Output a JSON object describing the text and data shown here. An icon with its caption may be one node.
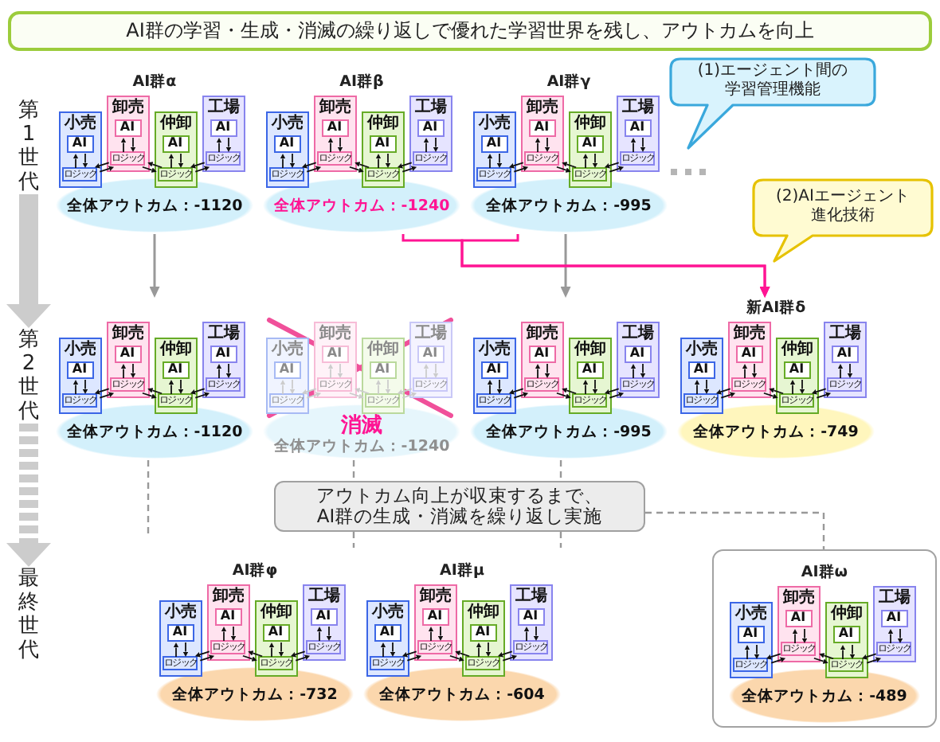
{
  "diagram": {
    "title": "AI群の学習・生成・消滅の繰り返しで優れた学習世界を残し、アウトカムを向上",
    "nodes": [
      {
        "text": [
          "第1世代"
        ]
      },
      {
        "text": [
          "AI群α",
          "全体アウトカム：-1120"
        ]
      },
      {
        "text": [
          "小売"
        ],
        "in": 1
      },
      {
        "text": [
          "AI"
        ],
        "in": 2
      },
      {
        "text": [
          "ロジック"
        ],
        "in": 2
      },
      {
        "text": [
          "卸売"
        ],
        "in": 1
      },
      {
        "text": [
          "AI"
        ],
        "in": 5
      },
      {
        "text": [
          "ロジック"
        ],
        "in": 5
      },
      {
        "text": [
          "仲卸"
        ],
        "in": 1
      },
      {
        "text": [
          "AI"
        ],
        "in": 8
      },
      {
        "text": [
          "ロジック"
        ],
        "in": 8
      },
      {
        "text": [
          "工場"
        ],
        "in": 1
      },
      {
        "text": [
          "AI"
        ],
        "in": 11
      },
      {
        "text": [
          "ロジック"
        ],
        "in": 11
      },
      {
        "text": [
          "AI群β",
          "全体アウトカム：-1240"
        ]
      },
      {
        "text": [
          "小売"
        ],
        "in": 14
      },
      {
        "text": [
          "AI"
        ],
        "in": 15
      },
      {
        "text": [
          "ロジック"
        ],
        "in": 15
      },
      {
        "text": [
          "卸売"
        ],
        "in": 14
      },
      {
        "text": [
          "AI"
        ],
        "in": 18
      },
      {
        "text": [
          "ロジック"
        ],
        "in": 18
      },
      {
        "text": [
          "仲卸"
        ],
        "in": 14
      },
      {
        "text": [
          "AI"
        ],
        "in": 21
      },
      {
        "text": [
          "ロジック"
        ],
        "in": 21
      },
      {
        "text": [
          "工場"
        ],
        "in": 14
      },
      {
        "text": [
          "AI"
        ],
        "in": 24
      },
      {
        "text": [
          "ロジック"
        ],
        "in": 24
      },
      {
        "text": [
          "AI群γ",
          "全体アウトカム：-995"
        ]
      },
      {
        "text": [
          "小売"
        ],
        "in": 27
      },
      {
        "text": [
          "AI"
        ],
        "in": 28
      },
      {
        "text": [
          "ロジック"
        ],
        "in": 28
      },
      {
        "text": [
          "卸売"
        ],
        "in": 27
      },
      {
        "text": [
          "AI"
        ],
        "in": 31
      },
      {
        "text": [
          "ロジック"
        ],
        "in": 31
      },
      {
        "text": [
          "仲卸"
        ],
        "in": 27
      },
      {
        "text": [
          "AI"
        ],
        "in": 34
      },
      {
        "text": [
          "ロジック"
        ],
        "in": 34
      },
      {
        "text": [
          "工場"
        ],
        "in": 27
      },
      {
        "text": [
          "AI"
        ],
        "in": 37
      },
      {
        "text": [
          "ロジック"
        ],
        "in": 37
      },
      {
        "text": [
          "(1)エージェント間の学習管理機能"
        ]
      },
      {
        "text": [
          "(2)AIエージェント進化技術"
        ]
      },
      {
        "text": [
          "第2世代"
        ]
      },
      {
        "text": [
          "全体アウトカム：-1120"
        ]
      },
      {
        "text": [
          "小売"
        ],
        "in": 43
      },
      {
        "text": [
          "AI"
        ],
        "in": 44
      },
      {
        "text": [
          "ロジック"
        ],
        "in": 44
      },
      {
        "text": [
          "卸売"
        ],
        "in": 43
      },
      {
        "text": [
          "AI"
        ],
        "in": 47
      },
      {
        "text": [
          "ロジック"
        ],
        "in": 47
      },
      {
        "text": [
          "仲卸"
        ],
        "in": 43
      },
      {
        "text": [
          "AI"
        ],
        "in": 50
      },
      {
        "text": [
          "ロジック"
        ],
        "in": 50
      },
      {
        "text": [
          "工場"
        ],
        "in": 43
      },
      {
        "text": [
          "AI"
        ],
        "in": 53
      },
      {
        "text": [
          "ロジック"
        ],
        "in": 53
      },
      {
        "text": [
          "消滅",
          "全体アウトカム：-1240"
        ]
      },
      {
        "text": [
          "小売"
        ],
        "in": 56
      },
      {
        "text": [
          "AI"
        ],
        "in": 57
      },
      {
        "text": [
          "ロジック"
        ],
        "in": 57
      },
      {
        "text": [
          "卸売"
        ],
        "in": 56
      },
      {
        "text": [
          "AI"
        ],
        "in": 60
      },
      {
        "text": [
          "ロジック"
        ],
        "in": 60
      },
      {
        "text": [
          "仲卸"
        ],
        "in": 56
      },
      {
        "text": [
          "AI"
        ],
        "in": 63
      },
      {
        "text": [
          "ロジック"
        ],
        "in": 63
      },
      {
        "text": [
          "工場"
        ],
        "in": 56
      },
      {
        "text": [
          "AI"
        ],
        "in": 66
      },
      {
        "text": [
          "ロジック"
        ],
        "in": 66
      },
      {
        "text": [
          "全体アウトカム：-995"
        ]
      },
      {
        "text": [
          "小売"
        ],
        "in": 69
      },
      {
        "text": [
          "AI"
        ],
        "in": 70
      },
      {
        "text": [
          "ロジック"
        ],
        "in": 70
      },
      {
        "text": [
          "卸売"
        ],
        "in": 69
      },
      {
        "text": [
          "AI"
        ],
        "in": 73
      },
      {
        "text": [
          "ロジック"
        ],
        "in": 73
      },
      {
        "text": [
          "仲卸"
        ],
        "in": 69
      },
      {
        "text": [
          "AI"
        ],
        "in": 76
      },
      {
        "text": [
          "ロジック"
        ],
        "in": 76
      },
      {
        "text": [
          "工場"
        ],
        "in": 69
      },
      {
        "text": [
          "AI"
        ],
        "in": 79
      },
      {
        "text": [
          "ロジック"
        ],
        "in": 79
      },
      {
        "text": [
          "新AI群δ",
          "全体アウトカム：-749"
        ]
      },
      {
        "text": [
          "小売"
        ],
        "in": 82
      },
      {
        "text": [
          "AI"
        ],
        "in": 83
      },
      {
        "text": [
          "ロジック"
        ],
        "in": 83
      },
      {
        "text": [
          "卸売"
        ],
        "in": 82
      },
      {
        "text": [
          "AI"
        ],
        "in": 86
      },
      {
        "text": [
          "ロジック"
        ],
        "in": 86
      },
      {
        "text": [
          "仲卸"
        ],
        "in": 82
      },
      {
        "text": [
          "AI"
        ],
        "in": 89
      },
      {
        "text": [
          "ロジック"
        ],
        "in": 89
      },
      {
        "text": [
          "工場"
        ],
        "in": 82
      },
      {
        "text": [
          "AI"
        ],
        "in": 92
      },
      {
        "text": [
          "ロジック"
        ],
        "in": 92
      },
      {
        "text": [
          "アウトカム向上が収束するまで、AI群の生成・消滅を繰り返し実施"
        ]
      },
      {
        "text": [
          "最終世代"
        ]
      },
      {
        "text": [
          "AI群φ",
          "全体アウトカム：-732"
        ]
      },
      {
        "text": [
          "小売"
        ],
        "in": 97
      },
      {
        "text": [
          "AI"
        ],
        "in": 98
      },
      {
        "text": [
          "ロジック"
        ],
        "in": 98
      },
      {
        "text": [
          "卸売"
        ],
        "in": 97
      },
      {
        "text": [
          "AI"
        ],
        "in": 101
      },
      {
        "text": [
          "ロジック"
        ],
        "in": 101
      },
      {
        "text": [
          "仲卸"
        ],
        "in": 97
      },
      {
        "text": [
          "AI"
        ],
        "in": 104
      },
      {
        "text": [
          "ロジック"
        ],
        "in": 104
      },
      {
        "text": [
          "工場"
        ],
        "in": 97
      },
      {
        "text": [
          "AI"
        ],
        "in": 107
      },
      {
        "text": [
          "ロジック"
        ],
        "in": 107
      },
      {
        "text": [
          "AI群μ",
          "全体アウトカム：-604"
        ]
      },
      {
        "text": [
          "小売"
        ],
        "in": 110
      },
      {
        "text": [
          "AI"
        ],
        "in": 111
      },
      {
        "text": [
          "ロジック"
        ],
        "in": 111
      },
      {
        "text": [
          "卸売"
        ],
        "in": 110
      },
      {
        "text": [
          "AI"
        ],
        "in": 114
      },
      {
        "text": [
          "ロジック"
        ],
        "in": 114
      },
      {
        "text": [
          "仲卸"
        ],
        "in": 110
      },
      {
        "text": [
          "AI"
        ],
        "in": 117
      },
      {
        "text": [
          "ロジック"
        ],
        "in": 117
      },
      {
        "text": [
          "工場"
        ],
        "in": 110
      },
      {
        "text": [
          "AI"
        ],
        "in": 120
      },
      {
        "text": [
          "ロジック"
        ],
        "in": 120
      },
      {
        "text": [
          "AI群ω",
          "全体アウトカム：-489"
        ]
      },
      {
        "text": [
          "小売"
        ],
        "in": 123
      },
      {
        "text": [
          "AI"
        ],
        "in": 124
      },
      {
        "text": [
          "ロジック"
        ],
        "in": 124
      },
      {
        "text": [
          "卸売"
        ],
        "in": 123
      },
      {
        "text": [
          "AI"
        ],
        "in": 127
      },
      {
        "text": [
          "ロジック"
        ],
        "in": 127
      },
      {
        "text": [
          "仲卸"
        ],
        "in": 123
      },
      {
        "text": [
          "AI"
        ],
        "in": 130
      },
      {
        "text": [
          "ロジック"
        ],
        "in": 130
      },
      {
        "text": [
          "工場"
        ],
        "in": 123
      },
      {
        "text": [
          "AI"
        ],
        "in": 133
      },
      {
        "text": [
          "ロジック"
        ],
        "in": 133
      }
    ],
    "edges": [
      {
        "from": 0,
        "to": 42,
        "arrow": "to",
        "style": "thick",
        "color": "#cccccc"
      },
      {
        "from": 42,
        "to": 96,
        "arrow": "to",
        "style": "dashed",
        "color": "#cccccc"
      },
      {
        "from": 1,
        "to": 43,
        "arrow": "to",
        "color": "#999999"
      },
      {
        "from": 27,
        "to": 69,
        "arrow": "to",
        "color": "#999999"
      },
      {
        "from": 14,
        "to": 82,
        "arrow": "to",
        "color": "#ff1493"
      },
      {
        "from": 27,
        "to": 82,
        "arrow": "to",
        "color": "#ff1493"
      },
      {
        "from": 43,
        "to": null,
        "arrow": "none",
        "style": "dashed",
        "color": "#999999"
      },
      {
        "from": 56,
        "to": 95,
        "arrow": "none",
        "style": "dashed",
        "color": "#999999"
      },
      {
        "from": 95,
        "to": null,
        "arrow": "none",
        "style": "dashed",
        "color": "#999999"
      },
      {
        "from": 69,
        "to": 95,
        "arrow": "none",
        "style": "dashed",
        "color": "#999999"
      },
      {
        "from": 95,
        "to": null,
        "arrow": "none",
        "style": "dashed",
        "color": "#999999"
      },
      {
        "from": 95,
        "to": 123,
        "arrow": "none",
        "style": "dashed",
        "color": "#999999"
      },
      {
        "from": 3,
        "to": 4,
        "arrow": "to"
      },
      {
        "from": 4,
        "to": 3,
        "arrow": "to"
      },
      {
        "from": 6,
        "to": 7,
        "arrow": "to"
      },
      {
        "from": 7,
        "to": 6,
        "arrow": "to"
      },
      {
        "from": 9,
        "to": 10,
        "arrow": "to"
      },
      {
        "from": 10,
        "to": 9,
        "arrow": "to"
      },
      {
        "from": 12,
        "to": 13,
        "arrow": "to"
      },
      {
        "from": 13,
        "to": 12,
        "arrow": "to"
      },
      {
        "from": 4,
        "to": 7,
        "arrow": "to"
      },
      {
        "from": 7,
        "to": 4,
        "arrow": "to"
      },
      {
        "from": 7,
        "to": 10,
        "arrow": "to"
      },
      {
        "from": 10,
        "to": 7,
        "arrow": "to"
      },
      {
        "from": 10,
        "to": 13,
        "arrow": "to"
      },
      {
        "from": 13,
        "to": 10,
        "arrow": "to"
      },
      {
        "from": 16,
        "to": 17,
        "arrow": "to"
      },
      {
        "from": 17,
        "to": 16,
        "arrow": "to"
      },
      {
        "from": 19,
        "to": 20,
        "arrow": "to"
      },
      {
        "from": 20,
        "to": 19,
        "arrow": "to"
      },
      {
        "from": 22,
        "to": 23,
        "arrow": "to"
      },
      {
        "from": 23,
        "to": 22,
        "arrow": "to"
      },
      {
        "from": 25,
        "to": 26,
        "arrow": "to"
      },
      {
        "from": 26,
        "to": 25,
        "arrow": "to"
      },
      {
        "from": 17,
        "to": 20,
        "arrow": "to"
      },
      {
        "from": 20,
        "to": 17,
        "arrow": "to"
      },
      {
        "from": 20,
        "to": 23,
        "arrow": "to"
      },
      {
        "from": 23,
        "to": 20,
        "arrow": "to"
      },
      {
        "from": 23,
        "to": 26,
        "arrow": "to"
      },
      {
        "from": 26,
        "to": 23,
        "arrow": "to"
      },
      {
        "from": 29,
        "to": 30,
        "arrow": "to"
      },
      {
        "from": 30,
        "to": 29,
        "arrow": "to"
      },
      {
        "from": 32,
        "to": 33,
        "arrow": "to"
      },
      {
        "from": 33,
        "to": 32,
        "arrow": "to"
      },
      {
        "from": 35,
        "to": 36,
        "arrow": "to"
      },
      {
        "from": 36,
        "to": 35,
        "arrow": "to"
      },
      {
        "from": 38,
        "to": 39,
        "arrow": "to"
      },
      {
        "from": 39,
        "to": 38,
        "arrow": "to"
      },
      {
        "from": 30,
        "to": 33,
        "arrow": "to"
      },
      {
        "from": 33,
        "to": 30,
        "arrow": "to"
      },
      {
        "from": 33,
        "to": 36,
        "arrow": "to"
      },
      {
        "from": 36,
        "to": 33,
        "arrow": "to"
      },
      {
        "from": 36,
        "to": 39,
        "arrow": "to"
      },
      {
        "from": 39,
        "to": 36,
        "arrow": "to"
      },
      {
        "from": 45,
        "to": 46,
        "arrow": "to"
      },
      {
        "from": 46,
        "to": 45,
        "arrow": "to"
      },
      {
        "from": 48,
        "to": 49,
        "arrow": "to"
      },
      {
        "from": 49,
        "to": 48,
        "arrow": "to"
      },
      {
        "from": 51,
        "to": 52,
        "arrow": "to"
      },
      {
        "from": 52,
        "to": 51,
        "arrow": "to"
      },
      {
        "from": 54,
        "to": 55,
        "arrow": "to"
      },
      {
        "from": 55,
        "to": 54,
        "arrow": "to"
      },
      {
        "from": 46,
        "to": 49,
        "arrow": "to"
      },
      {
        "from": 49,
        "to": 46,
        "arrow": "to"
      },
      {
        "from": 49,
        "to": 52,
        "arrow": "to"
      },
      {
        "from": 52,
        "to": 49,
        "arrow": "to"
      },
      {
        "from": 52,
        "to": 55,
        "arrow": "to"
      },
      {
        "from": 55,
        "to": 52,
        "arrow": "to"
      },
      {
        "from": 58,
        "to": 59,
        "arrow": "to",
        "color": "#cccccc"
      },
      {
        "from": 59,
        "to": 58,
        "arrow": "to",
        "color": "#cccccc"
      },
      {
        "from": 61,
        "to": 62,
        "arrow": "to",
        "color": "#cccccc"
      },
      {
        "from": 62,
        "to": 61,
        "arrow": "to",
        "color": "#cccccc"
      },
      {
        "from": 64,
        "to": 65,
        "arrow": "to",
        "color": "#cccccc"
      },
      {
        "from": 65,
        "to": 64,
        "arrow": "to",
        "color": "#cccccc"
      },
      {
        "from": 67,
        "to": 68,
        "arrow": "to",
        "color": "#cccccc"
      },
      {
        "from": 68,
        "to": 67,
        "arrow": "to",
        "color": "#cccccc"
      },
      {
        "from": 59,
        "to": 62,
        "arrow": "to",
        "color": "#cccccc"
      },
      {
        "from": 62,
        "to": 59,
        "arrow": "to",
        "color": "#cccccc"
      },
      {
        "from": 62,
        "to": 65,
        "arrow": "to",
        "color": "#cccccc"
      },
      {
        "from": 65,
        "to": 62,
        "arrow": "to",
        "color": "#cccccc"
      },
      {
        "from": 65,
        "to": 68,
        "arrow": "to",
        "color": "#cccccc"
      },
      {
        "from": 68,
        "to": 65,
        "arrow": "to",
        "color": "#cccccc"
      },
      {
        "from": 71,
        "to": 72,
        "arrow": "to"
      },
      {
        "from": 72,
        "to": 71,
        "arrow": "to"
      },
      {
        "from": 74,
        "to": 75,
        "arrow": "to"
      },
      {
        "from": 75,
        "to": 74,
        "arrow": "to"
      },
      {
        "from": 77,
        "to": 78,
        "arrow": "to"
      },
      {
        "from": 78,
        "to": 77,
        "arrow": "to"
      },
      {
        "from": 80,
        "to": 81,
        "arrow": "to"
      },
      {
        "from": 81,
        "to": 80,
        "arrow": "to"
      },
      {
        "from": 72,
        "to": 75,
        "arrow": "to"
      },
      {
        "from": 75,
        "to": 72,
        "arrow": "to"
      },
      {
        "from": 75,
        "to": 78,
        "arrow": "to"
      },
      {
        "from": 78,
        "to": 75,
        "arrow": "to"
      },
      {
        "from": 78,
        "to": 81,
        "arrow": "to"
      },
      {
        "from": 81,
        "to": 78,
        "arrow": "to"
      },
      {
        "from": 84,
        "to": 85,
        "arrow": "to"
      },
      {
        "from": 85,
        "to": 84,
        "arrow": "to"
      },
      {
        "from": 87,
        "to": 88,
        "arrow": "to"
      },
      {
        "from": 88,
        "to": 87,
        "arrow": "to"
      },
      {
        "from": 90,
        "to": 91,
        "arrow": "to"
      },
      {
        "from": 91,
        "to": 90,
        "arrow": "to"
      },
      {
        "from": 93,
        "to": 94,
        "arrow": "to"
      },
      {
        "from": 94,
        "to": 93,
        "arrow": "to"
      },
      {
        "from": 85,
        "to": 88,
        "arrow": "to"
      },
      {
        "from": 88,
        "to": 85,
        "arrow": "to"
      },
      {
        "from": 88,
        "to": 91,
        "arrow": "to"
      },
      {
        "from": 91,
        "to": 88,
        "arrow": "to"
      },
      {
        "from": 91,
        "to": 94,
        "arrow": "to"
      },
      {
        "from": 94,
        "to": 91,
        "arrow": "to"
      },
      {
        "from": 99,
        "to": 100,
        "arrow": "to"
      },
      {
        "from": 100,
        "to": 99,
        "arrow": "to"
      },
      {
        "from": 102,
        "to": 103,
        "arrow": "to"
      },
      {
        "from": 103,
        "to": 102,
        "arrow": "to"
      },
      {
        "from": 105,
        "to": 106,
        "arrow": "to"
      },
      {
        "from": 106,
        "to": 105,
        "arrow": "to"
      },
      {
        "from": 108,
        "to": 109,
        "arrow": "to"
      },
      {
        "from": 109,
        "to": 108,
        "arrow": "to"
      },
      {
        "from": 100,
        "to": 103,
        "arrow": "to"
      },
      {
        "from": 103,
        "to": 100,
        "arrow": "to"
      },
      {
        "from": 103,
        "to": 106,
        "arrow": "to"
      },
      {
        "from": 106,
        "to": 103,
        "arrow": "to"
      },
      {
        "from": 106,
        "to": 109,
        "arrow": "to"
      },
      {
        "from": 109,
        "to": 106,
        "arrow": "to"
      },
      {
        "from": 112,
        "to": 113,
        "arrow": "to"
      },
      {
        "from": 113,
        "to": 112,
        "arrow": "to"
      },
      {
        "from": 115,
        "to": 116,
        "arrow": "to"
      },
      {
        "from": 116,
        "to": 115,
        "arrow": "to"
      },
      {
        "from": 118,
        "to": 119,
        "arrow": "to"
      },
      {
        "from": 119,
        "to": 118,
        "arrow": "to"
      },
      {
        "from": 121,
        "to": 122,
        "arrow": "to"
      },
      {
        "from": 122,
        "to": 121,
        "arrow": "to"
      },
      {
        "from": 113,
        "to": 116,
        "arrow": "to"
      },
      {
        "from": 116,
        "to": 113,
        "arrow": "to"
      },
      {
        "from": 116,
        "to": 119,
        "arrow": "to"
      },
      {
        "from": 119,
        "to": 116,
        "arrow": "to"
      },
      {
        "from": 119,
        "to": 122,
        "arrow": "to"
      },
      {
        "from": 122,
        "to": 119,
        "arrow": "to"
      },
      {
        "from": 125,
        "to": 126,
        "arrow": "to"
      },
      {
        "from": 126,
        "to": 125,
        "arrow": "to"
      },
      {
        "from": 128,
        "to": 129,
        "arrow": "to"
      },
      {
        "from": 129,
        "to": 128,
        "arrow": "to"
      },
      {
        "from": 131,
        "to": 132,
        "arrow": "to"
      },
      {
        "from": 132,
        "to": 131,
        "arrow": "to"
      },
      {
        "from": 134,
        "to": 135,
        "arrow": "to"
      },
      {
        "from": 135,
        "to": 134,
        "arrow": "to"
      },
      {
        "from": 126,
        "to": 129,
        "arrow": "to"
      },
      {
        "from": 129,
        "to": 126,
        "arrow": "to"
      },
      {
        "from": 129,
        "to": 132,
        "arrow": "to"
      },
      {
        "from": 132,
        "to": 129,
        "arrow": "to"
      },
      {
        "from": 132,
        "to": 135,
        "arrow": "to"
      },
      {
        "from": 135,
        "to": 132,
        "arrow": "to"
      }
    ]
  }
}
